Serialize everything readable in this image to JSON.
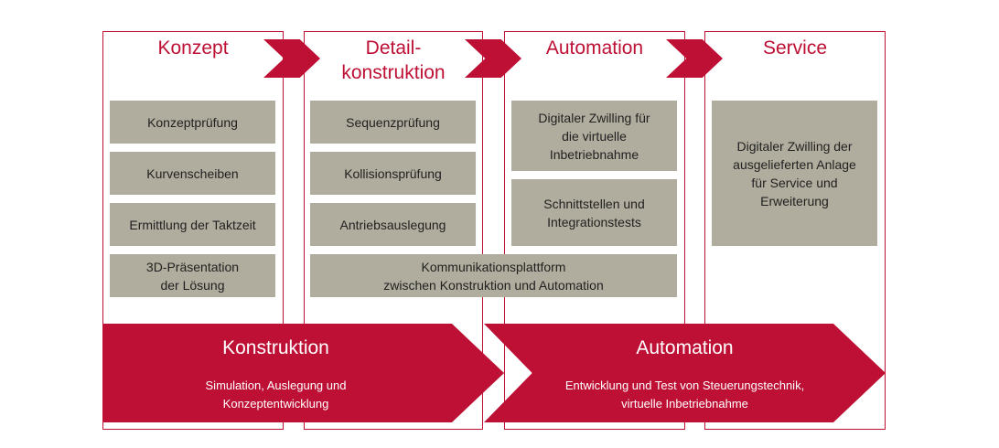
{
  "columns": [
    {
      "title": "Konzept"
    },
    {
      "title": "Detail-\nkonstruktion"
    },
    {
      "title": "Automation"
    },
    {
      "title": "Service"
    }
  ],
  "konzept_boxes": [
    "Konzeptprüfung",
    "Kurvenscheiben",
    "Ermittlung der Taktzeit",
    "3D-Präsentation\nder Lösung"
  ],
  "detail_boxes": [
    "Sequenzprüfung",
    "Kollisionsprüfung",
    "Antriebsauslegung"
  ],
  "automation_boxes": [
    "Digitaler Zwilling für\ndie virtuelle\nInbetriebnahme",
    "Schnittstellen und\nIntegrationstests"
  ],
  "service_boxes": [
    "Digitaler Zwilling der\nausgelieferten  Anlage\nfür Service und\nErweiterung"
  ],
  "shared_box": "Kommunikationsplattform\nzwischen Konstruktion und Automation",
  "phases": [
    {
      "title": "Konstruktion",
      "subtitle": "Simulation, Auslegung und\nKonzeptentwicklung"
    },
    {
      "title": "Automation",
      "subtitle": "Entwicklung und Test von Steuerungstechnik,\nvirtuelle Inbetriebnahme"
    }
  ],
  "colors": {
    "accent": "#be0f34",
    "box": "#b1ad9e",
    "text": "#1f1f1f"
  }
}
